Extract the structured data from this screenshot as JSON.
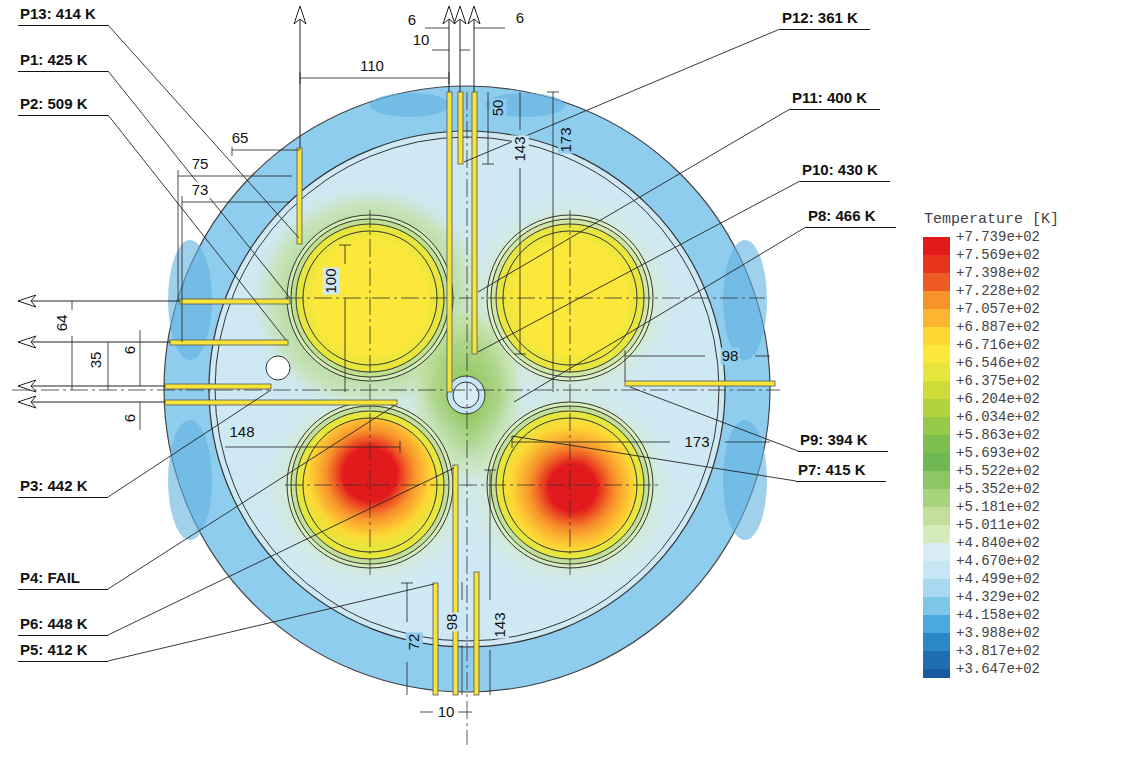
{
  "diagram": {
    "labels": [
      "P13: 414 K",
      "P1: 425 K",
      "P2: 509 K",
      "P12: 361 K",
      "P11: 400 K",
      "P10: 430 K",
      "P8: 466 K",
      "P9: 394 K",
      "P7: 415 K",
      "P3: 442 K",
      "P4: FAIL",
      "P6: 448 K",
      "P5: 412 K",
      "Temperature [K]",
      "6",
      "6",
      "10",
      "50",
      "143",
      "173",
      "110",
      "65",
      "75",
      "73",
      "64",
      "35",
      "6",
      "6",
      "100",
      "98",
      "148",
      "173",
      "98",
      "143",
      "72",
      "10"
    ],
    "legend": [
      {
        "text": "+7.739e+02",
        "color": "#e31a1c"
      },
      {
        "text": "+7.569e+02",
        "color": "#e8331f"
      },
      {
        "text": "+7.398e+02",
        "color": "#ee5a24"
      },
      {
        "text": "+7.228e+02",
        "color": "#f7932b"
      },
      {
        "text": "+7.057e+02",
        "color": "#fbb531"
      },
      {
        "text": "+6.887e+02",
        "color": "#fdd835"
      },
      {
        "text": "+6.716e+02",
        "color": "#fbe83a"
      },
      {
        "text": "+6.546e+02",
        "color": "#e6e63c"
      },
      {
        "text": "+6.375e+02",
        "color": "#cddc39"
      },
      {
        "text": "+6.204e+02",
        "color": "#b0d33e"
      },
      {
        "text": "+6.034e+02",
        "color": "#96c948"
      },
      {
        "text": "+5.863e+02",
        "color": "#7dbf4f"
      },
      {
        "text": "+5.693e+02",
        "color": "#6fb853"
      },
      {
        "text": "+5.522e+02",
        "color": "#8cc665"
      },
      {
        "text": "+5.352e+02",
        "color": "#a9d47e"
      },
      {
        "text": "+5.181e+02",
        "color": "#c3e09a"
      },
      {
        "text": "+5.011e+02",
        "color": "#d6ebbb"
      },
      {
        "text": "+4.840e+02",
        "color": "#d8edf3"
      },
      {
        "text": "+4.670e+02",
        "color": "#c6e6f4"
      },
      {
        "text": "+4.499e+02",
        "color": "#a9d9f0"
      },
      {
        "text": "+4.329e+02",
        "color": "#7ec6ea"
      },
      {
        "text": "+4.158e+02",
        "color": "#4aa9dd"
      },
      {
        "text": "+3.988e+02",
        "color": "#2a88c9"
      },
      {
        "text": "+3.817e+02",
        "color": "#1f6db3"
      },
      {
        "text": "+3.647e+02",
        "color": "#1a5a9e"
      }
    ]
  }
}
